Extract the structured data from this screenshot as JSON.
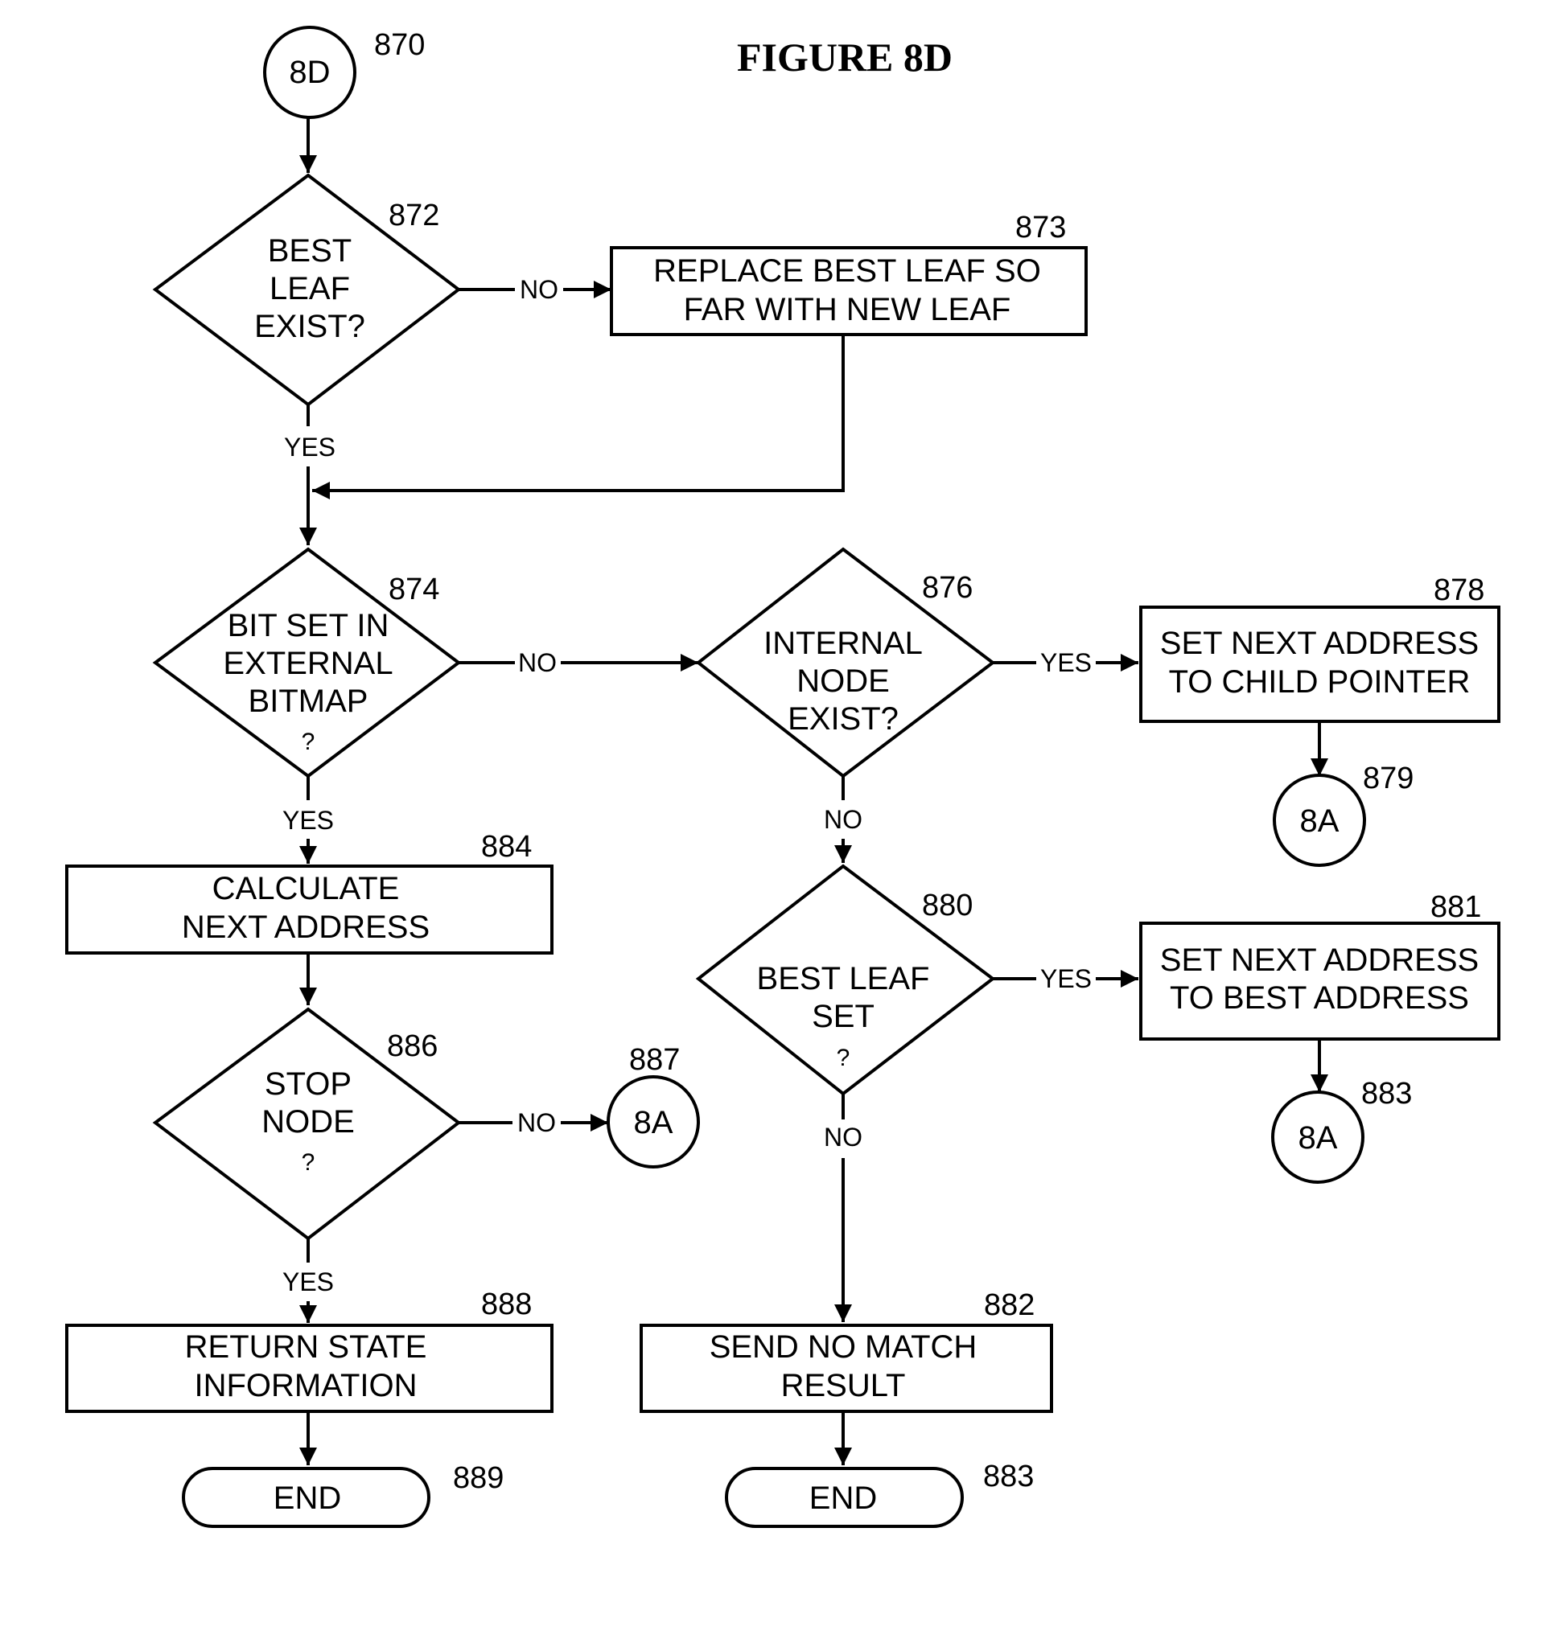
{
  "figure_title": "FIGURE 8D",
  "nodes": {
    "n870": {
      "label": "8D",
      "ref": "870"
    },
    "n872": {
      "lines": [
        "BEST",
        "LEAF",
        "EXIST?"
      ],
      "ref": "872"
    },
    "n873": {
      "lines": [
        "REPLACE BEST LEAF SO",
        "FAR WITH NEW LEAF"
      ],
      "ref": "873"
    },
    "n874": {
      "lines": [
        "BIT SET IN",
        "EXTERNAL",
        "BITMAP",
        "?"
      ],
      "ref": "874"
    },
    "n876": {
      "lines": [
        "INTERNAL",
        "NODE",
        "EXIST?"
      ],
      "ref": "876"
    },
    "n878": {
      "lines": [
        "SET NEXT ADDRESS",
        "TO CHILD POINTER"
      ],
      "ref": "878"
    },
    "n879": {
      "label": "8A",
      "ref": "879"
    },
    "n884": {
      "lines": [
        "CALCULATE",
        "NEXT ADDRESS"
      ],
      "ref": "884"
    },
    "n880": {
      "lines": [
        "BEST LEAF",
        "SET",
        "?"
      ],
      "ref": "880"
    },
    "n881": {
      "lines": [
        "SET NEXT ADDRESS",
        "TO BEST ADDRESS"
      ],
      "ref": "881"
    },
    "n883a": {
      "label": "8A",
      "ref": "883"
    },
    "n886": {
      "lines": [
        "STOP",
        "NODE",
        "?"
      ],
      "ref": "886"
    },
    "n887": {
      "label": "8A",
      "ref": "887"
    },
    "n888": {
      "lines": [
        "RETURN STATE",
        "INFORMATION"
      ],
      "ref": "888"
    },
    "n882": {
      "lines": [
        "SEND NO MATCH",
        "RESULT"
      ],
      "ref": "882"
    },
    "n889": {
      "label": "END",
      "ref": "889"
    },
    "n883b": {
      "label": "END",
      "ref": "883"
    }
  },
  "edge_labels": {
    "e872_no": "NO",
    "e872_yes": "YES",
    "e874_no": "NO",
    "e874_yes": "YES",
    "e876_yes": "YES",
    "e876_no": "NO",
    "e880_yes": "YES",
    "e880_no": "NO",
    "e886_no": "NO",
    "e886_yes": "YES"
  }
}
